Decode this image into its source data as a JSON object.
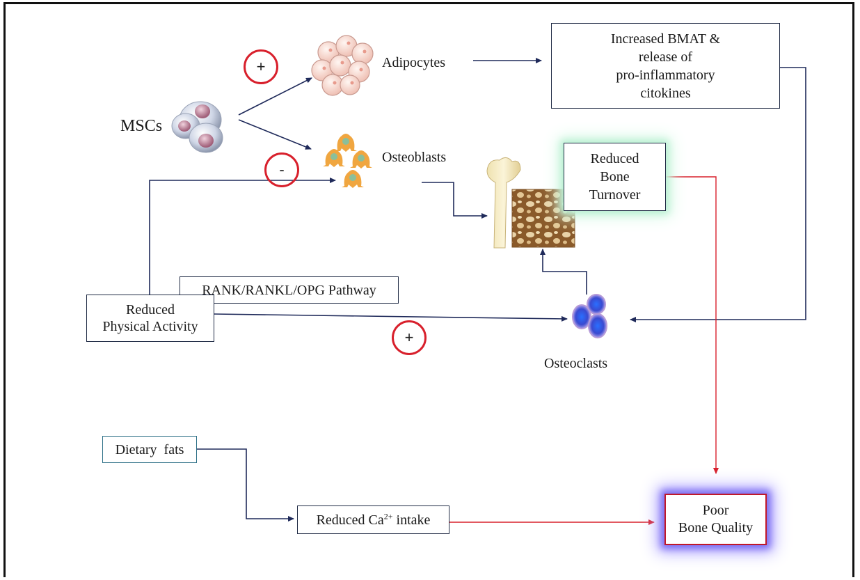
{
  "nodes": {
    "mscs": "MSCs",
    "adipocytes": "Adipocytes",
    "osteoblasts": "Osteoblasts",
    "osteoclasts": "Osteoclasts",
    "bmat": [
      "Increased BMAT &",
      "release of",
      "pro-inflammatory",
      "citokines"
    ],
    "reduced_bone_turnover": [
      "Reduced",
      "Bone",
      "Turnover"
    ],
    "rank_pathway": "RANK/RANKL/OPG Pathway",
    "reduced_physical_activity": [
      "Reduced",
      "Physical Activity"
    ],
    "dietary_fats": "Dietary  fats",
    "reduced_ca_intake": {
      "before": "Reduced Ca",
      "sup": "2+",
      "after": " intake"
    },
    "poor_bone_quality": [
      "Poor",
      "Bone Quality"
    ]
  },
  "signs": {
    "adipocytes_sign": "+",
    "osteoblasts_sign": "-",
    "osteoclasts_sign": "+"
  },
  "colors": {
    "arrow_dark": "#1f2a5a",
    "arrow_red": "#d8202c",
    "sign_circle": "#d8202c"
  }
}
